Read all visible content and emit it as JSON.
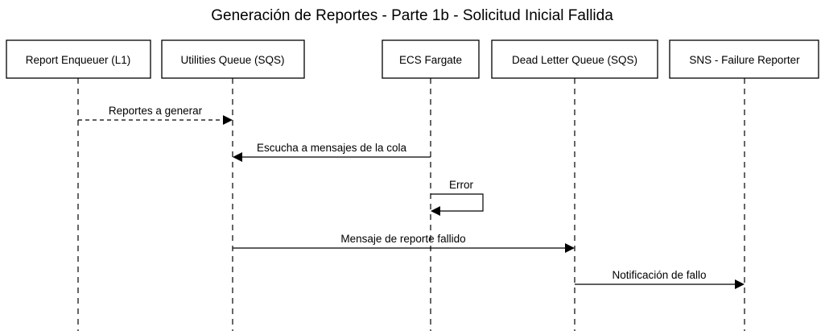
{
  "diagram": {
    "title": "Generación de Reportes - Parte 1b - Solicitud Inicial Fallida",
    "participants": [
      {
        "id": "enqueuer",
        "label": "Report Enqueuer (L1)"
      },
      {
        "id": "utilities",
        "label": "Utilities Queue (SQS)"
      },
      {
        "id": "ecs",
        "label": "ECS Fargate"
      },
      {
        "id": "dlq",
        "label": "Dead Letter Queue (SQS)"
      },
      {
        "id": "sns",
        "label": "SNS - Failure Reporter"
      }
    ],
    "messages": [
      {
        "from": "enqueuer",
        "to": "utilities",
        "label": "Reportes a generar",
        "style": "dashed"
      },
      {
        "from": "ecs",
        "to": "utilities",
        "label": "Escucha a mensajes de la cola",
        "style": "solid"
      },
      {
        "from": "ecs",
        "to": "ecs",
        "label": "Error",
        "style": "solid"
      },
      {
        "from": "utilities",
        "to": "dlq",
        "label": "Mensaje de reporte fallido",
        "style": "solid"
      },
      {
        "from": "dlq",
        "to": "sns",
        "label": "Notificación de fallo",
        "style": "solid"
      }
    ]
  }
}
